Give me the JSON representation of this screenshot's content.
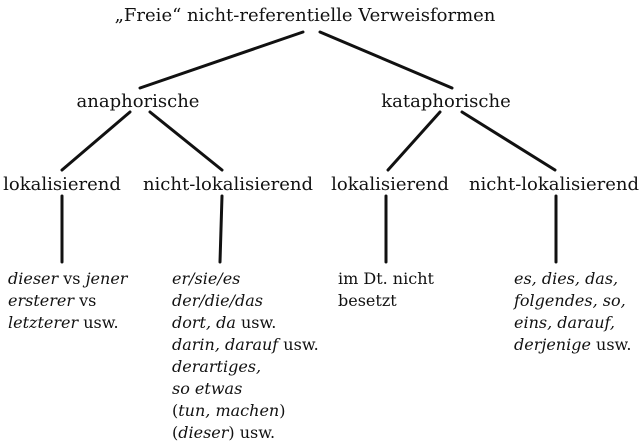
{
  "root": "„Freie“ nicht-referentielle Verweisformen",
  "level1": {
    "left": "anaphorische",
    "right": "kataphorische"
  },
  "level2": {
    "a": "lokalisierend",
    "b": "nicht-lokalisierend",
    "c": "lokalisierend",
    "d": "nicht-lokalisierend"
  },
  "leaves": {
    "a": [
      [
        {
          "t": "dieser",
          "i": true
        },
        {
          "t": " vs  ",
          "i": false
        },
        {
          "t": "jener",
          "i": true
        }
      ],
      [
        {
          "t": "ersterer",
          "i": true
        },
        {
          "t": " vs",
          "i": false
        }
      ],
      [
        {
          "t": "letzterer",
          "i": true
        },
        {
          "t": " usw.",
          "i": false
        }
      ]
    ],
    "b": [
      [
        {
          "t": "er/sie/es",
          "i": true
        }
      ],
      [
        {
          "t": "der/die/das",
          "i": true
        }
      ],
      [
        {
          "t": "dort, da",
          "i": true
        },
        {
          "t": " usw.",
          "i": false
        }
      ],
      [
        {
          "t": "darin, darauf",
          "i": true
        },
        {
          "t": " usw.",
          "i": false
        }
      ],
      [
        {
          "t": "derartiges,",
          "i": true
        }
      ],
      [
        {
          "t": "so etwas",
          "i": true
        }
      ],
      [
        {
          "t": "(",
          "i": false
        },
        {
          "t": "tun, machen",
          "i": true
        },
        {
          "t": ")",
          "i": false
        }
      ],
      [
        {
          "t": "(",
          "i": false
        },
        {
          "t": "dieser",
          "i": true
        },
        {
          "t": ") usw.",
          "i": false
        }
      ]
    ],
    "c": [
      [
        {
          "t": "im Dt. nicht",
          "i": false
        }
      ],
      [
        {
          "t": "besetzt",
          "i": false
        }
      ]
    ],
    "d": [
      [
        {
          "t": "es, dies, das,",
          "i": true
        }
      ],
      [
        {
          "t": "folgendes, so,",
          "i": true
        }
      ],
      [
        {
          "t": "eins, darauf,",
          "i": true
        }
      ],
      [
        {
          "t": "derjenige",
          "i": true
        },
        {
          "t": " usw.",
          "i": false
        }
      ]
    ]
  }
}
